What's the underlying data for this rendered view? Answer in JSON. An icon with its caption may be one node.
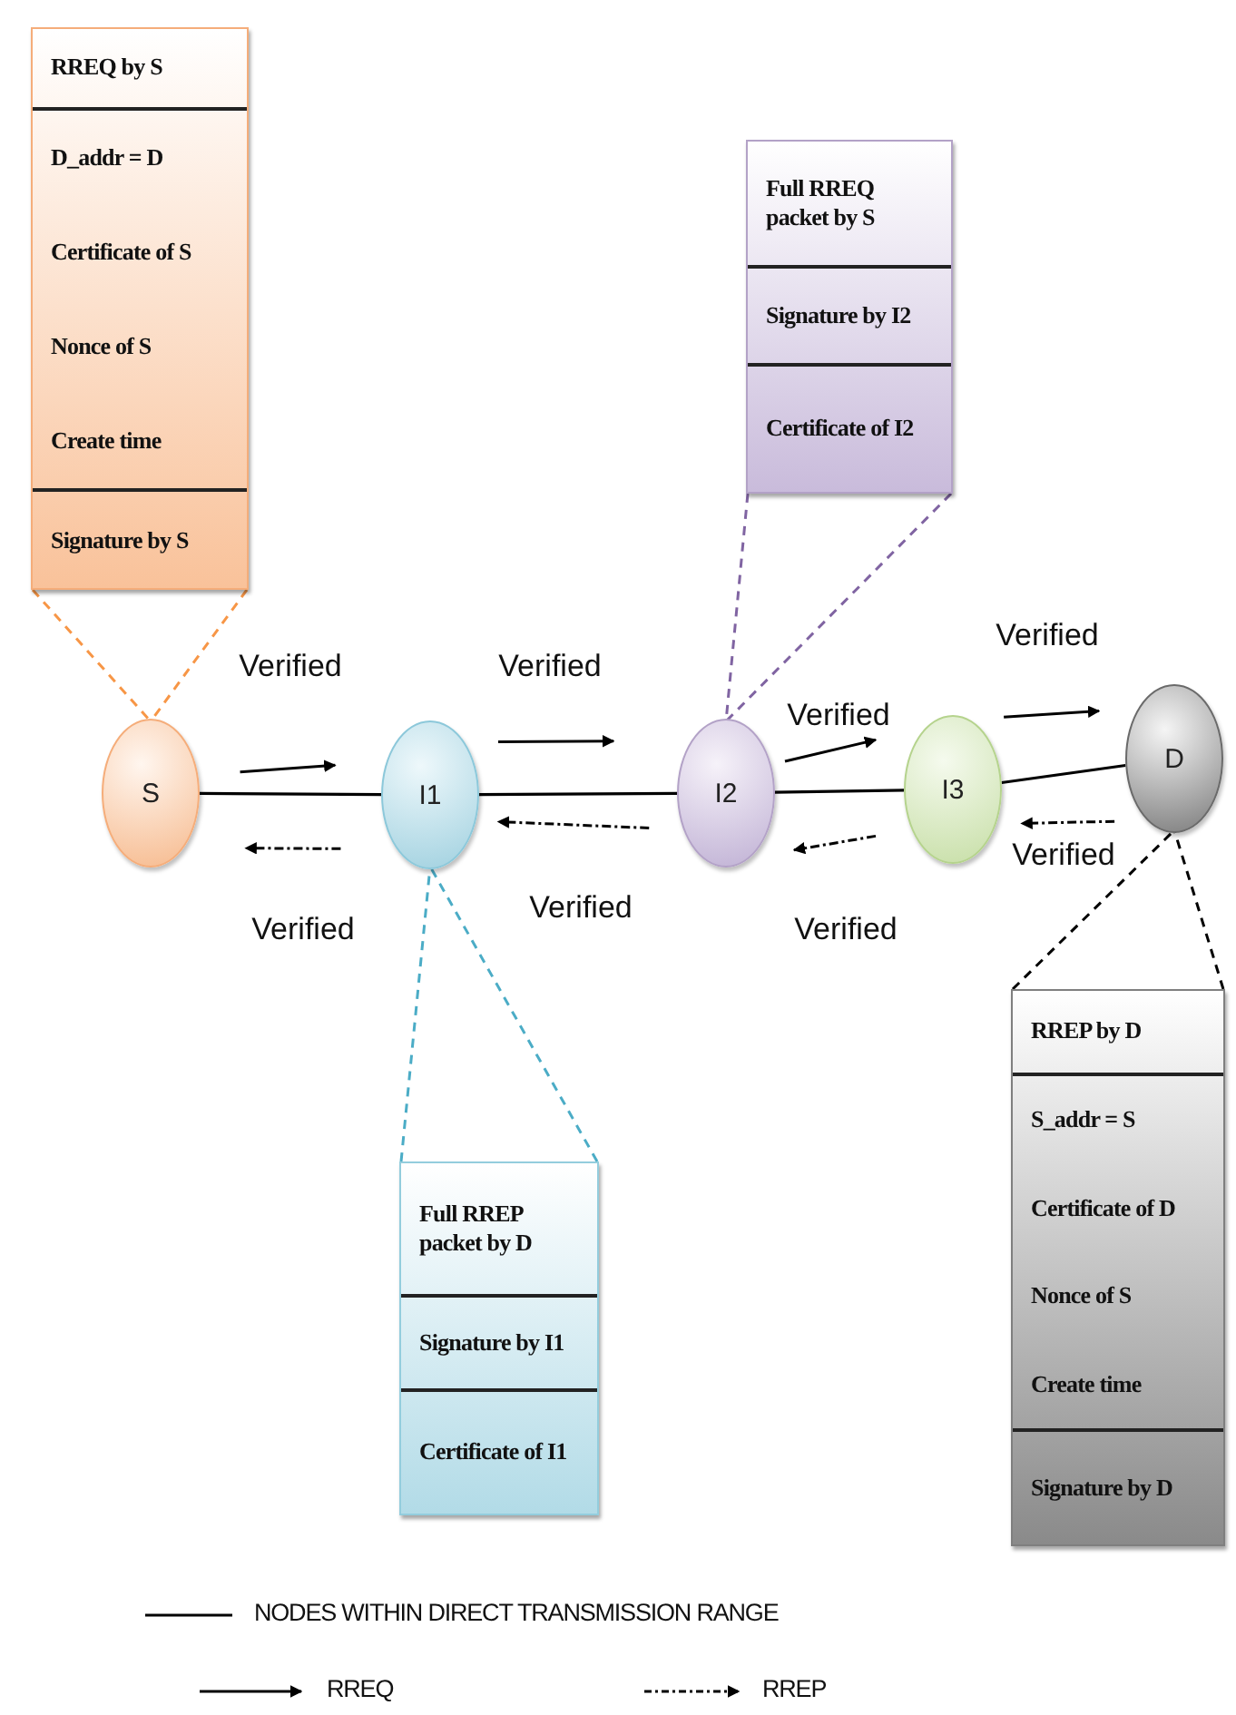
{
  "diagram": {
    "nodes": [
      {
        "text": [
          "RREQ by S",
          "D_addr = D",
          "Certificate of S",
          "Nonce of S",
          "Create time",
          "Signature by S"
        ]
      },
      {
        "text": [
          "Full RREQ packet by S",
          "Signature by I2",
          "Certificate of I2"
        ]
      },
      {
        "text": [
          "S"
        ]
      },
      {
        "text": [
          "I1"
        ]
      },
      {
        "text": [
          "I2"
        ]
      },
      {
        "text": [
          "I3"
        ]
      },
      {
        "text": [
          "D"
        ]
      },
      {
        "text": [
          "Full RREP packet by D",
          "Signature by I1",
          "Certificate of I1"
        ]
      },
      {
        "text": [
          "RREP by D",
          "S_addr = S",
          "Certificate of D",
          "Nonce of S",
          "Create time",
          "Signature by D"
        ]
      }
    ],
    "edges": [
      {
        "from": 0,
        "to": 2,
        "arrow": "none",
        "style": "dashed",
        "color": "#f79646"
      },
      {
        "from": 1,
        "to": 4,
        "arrow": "none",
        "style": "dashed",
        "color": "#8064a2"
      },
      {
        "from": 7,
        "to": 3,
        "arrow": "none",
        "style": "dashed",
        "color": "#4bacc6"
      },
      {
        "from": 8,
        "to": 6,
        "arrow": "none",
        "style": "dashed"
      },
      {
        "from": 2,
        "to": 3,
        "arrow": "none"
      },
      {
        "from": 3,
        "to": 4,
        "arrow": "none"
      },
      {
        "from": 4,
        "to": 5,
        "arrow": "none"
      },
      {
        "from": 5,
        "to": 6,
        "arrow": "none"
      },
      {
        "from": 2,
        "to": 3,
        "arrow": "to",
        "label": "Verified"
      },
      {
        "from": 3,
        "to": 4,
        "arrow": "to",
        "label": "Verified"
      },
      {
        "from": 4,
        "to": 5,
        "arrow": "to",
        "label": "Verified"
      },
      {
        "from": 5,
        "to": 6,
        "arrow": "to",
        "label": "Verified"
      },
      {
        "from": 6,
        "to": 5,
        "arrow": "to",
        "label": "Verified",
        "style": "dashed"
      },
      {
        "from": 5,
        "to": 4,
        "arrow": "to",
        "label": "Verified",
        "style": "dashed"
      },
      {
        "from": 4,
        "to": 3,
        "arrow": "to",
        "label": "Verified",
        "style": "dashed"
      },
      {
        "from": 3,
        "to": 2,
        "arrow": "to",
        "label": "Verified",
        "style": "dashed"
      }
    ],
    "legend": [
      {
        "text": "NODES WITHIN DIRECT TRANSMISSION RANGE"
      },
      {
        "text": "RREQ"
      },
      {
        "text": "RREP"
      }
    ]
  }
}
